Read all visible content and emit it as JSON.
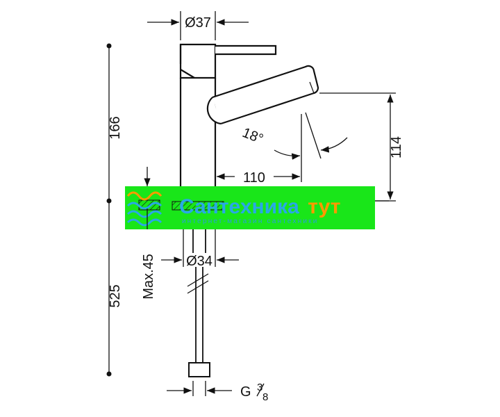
{
  "dimensions": {
    "body_diameter": "Ø37",
    "inlet_diameter": "Ø34",
    "spout_reach": "110",
    "spout_height": "114",
    "total_height_above": "166",
    "hose_length": "525",
    "max_thickness": "Max.45",
    "swivel_angle": "18°",
    "thread_main": "G",
    "thread_num": "3",
    "thread_den": "8"
  },
  "watermark": {
    "brand_part1": "Сантехника",
    "brand_part2": "тут",
    "tagline": "интернет-магазин сантехники",
    "band_color": "#19e619",
    "brand_color": "#29a8e6",
    "accent_color": "#ff9a00"
  }
}
